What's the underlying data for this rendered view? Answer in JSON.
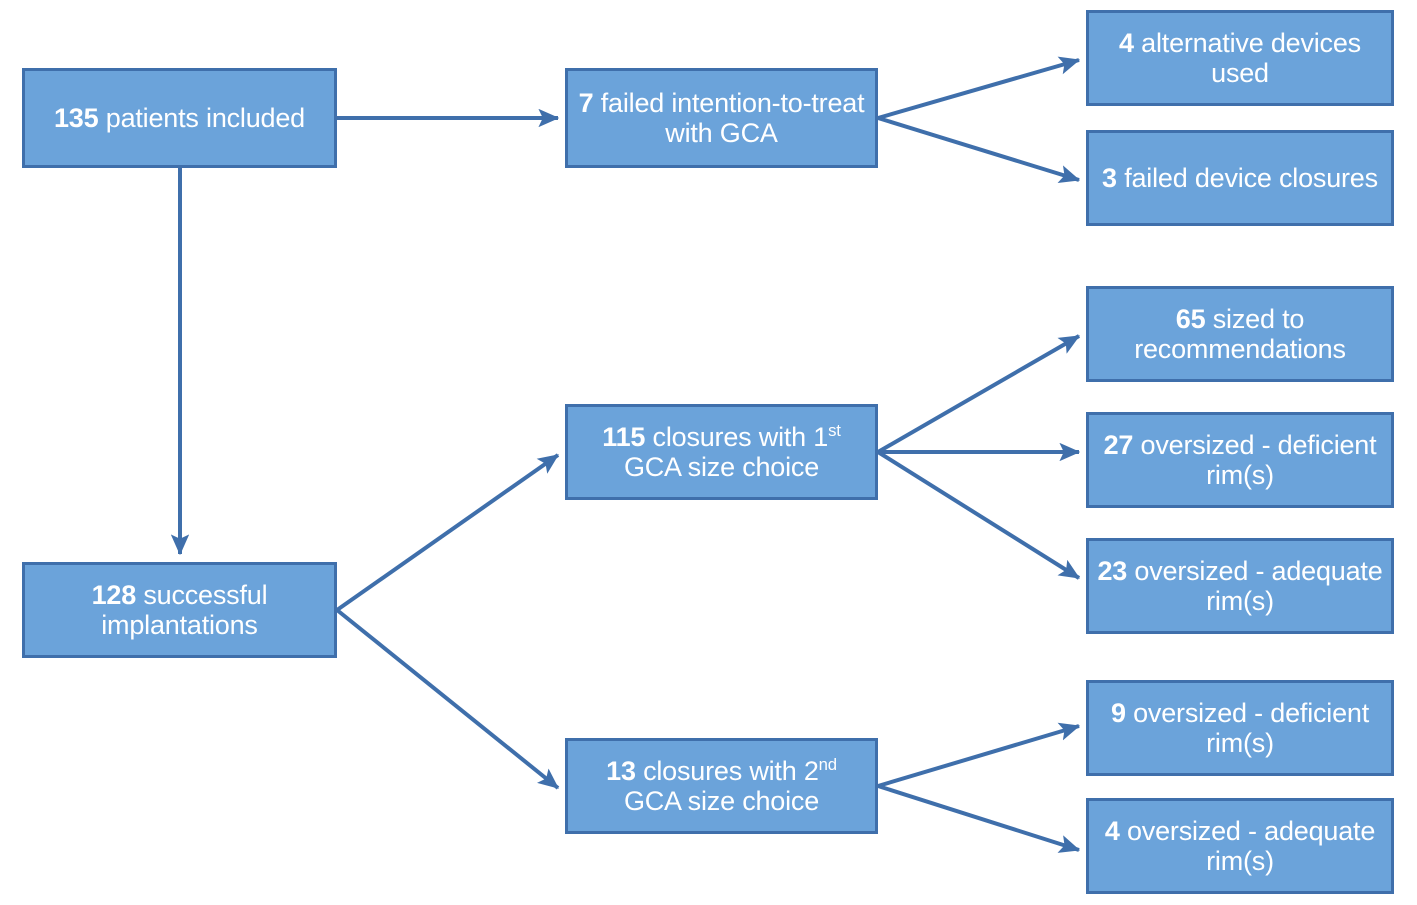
{
  "diagram": {
    "type": "flowchart",
    "title": "",
    "orientation": "left-to-right",
    "colors": {
      "node_fill": "#6ba3da",
      "node_border": "#3f6fab",
      "node_text": "#ffffff",
      "connector": "#3f6fab",
      "background": "#ffffff"
    },
    "nodes": {
      "root": {
        "count": "135",
        "label": "patients included"
      },
      "failed_itt": {
        "count": "7",
        "label": "failed intention-to-treat with GCA"
      },
      "alt_devices": {
        "count": "4",
        "label": "alternative devices used"
      },
      "failed_closures": {
        "count": "3",
        "label": "failed device closures"
      },
      "successful": {
        "count": "128",
        "label": "successful implantations"
      },
      "first_gca": {
        "count": "115",
        "label_pre": "closures with 1",
        "ordinal": "st",
        "label_post": "GCA size choice"
      },
      "sized_rec": {
        "count": "65",
        "label": "sized to recommendations"
      },
      "oversized_deficient_27": {
        "count": "27",
        "label": "oversized - deficient rim(s)"
      },
      "oversized_adequate_23": {
        "count": "23",
        "label": "oversized - adequate rim(s)"
      },
      "second_gca": {
        "count": "13",
        "label_pre": "closures with 2",
        "ordinal": "nd",
        "label_post": "GCA size choice"
      },
      "oversized_deficient_9": {
        "count": "9",
        "label": "oversized - deficient rim(s)"
      },
      "oversized_adequate_4": {
        "count": "4",
        "label": "oversized - adequate rim(s)"
      }
    },
    "edges": [
      {
        "from": "root",
        "to": "failed_itt"
      },
      {
        "from": "root",
        "to": "successful"
      },
      {
        "from": "failed_itt",
        "to": "alt_devices"
      },
      {
        "from": "failed_itt",
        "to": "failed_closures"
      },
      {
        "from": "successful",
        "to": "first_gca"
      },
      {
        "from": "successful",
        "to": "second_gca"
      },
      {
        "from": "first_gca",
        "to": "sized_rec"
      },
      {
        "from": "first_gca",
        "to": "oversized_deficient_27"
      },
      {
        "from": "first_gca",
        "to": "oversized_adequate_23"
      },
      {
        "from": "second_gca",
        "to": "oversized_deficient_9"
      },
      {
        "from": "second_gca",
        "to": "oversized_adequate_4"
      }
    ]
  }
}
